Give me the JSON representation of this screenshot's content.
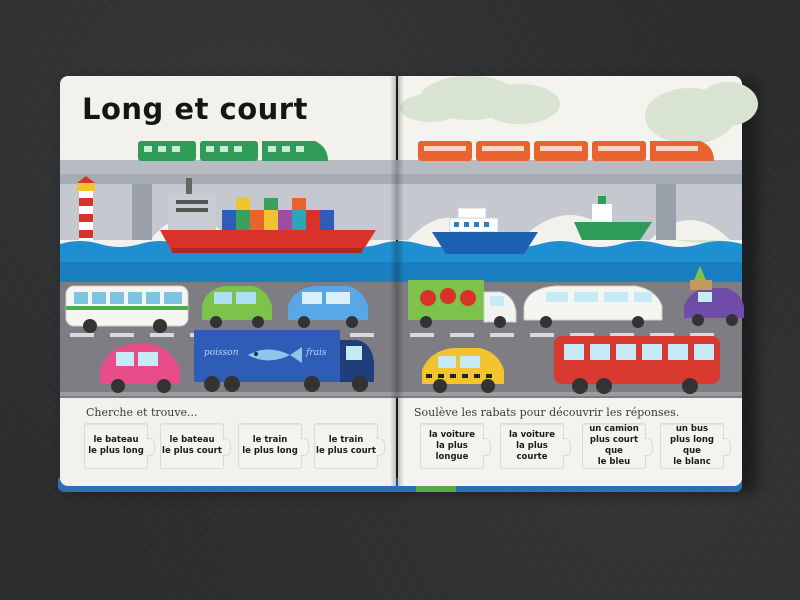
{
  "book": {
    "title": "Long et court",
    "left_prompt": "Cherche et trouve...",
    "right_prompt": "Soulève les rabats pour découvrir les réponses.",
    "left_flaps": [
      {
        "line1": "le bateau",
        "line2": "le plus long"
      },
      {
        "line1": "le bateau",
        "line2": "le plus court"
      },
      {
        "line1": "le train",
        "line2": "le plus long"
      },
      {
        "line1": "le train",
        "line2": "le plus court"
      }
    ],
    "right_flaps": [
      {
        "lines": [
          "la voiture",
          "la plus longue"
        ]
      },
      {
        "lines": [
          "la voiture",
          "la plus courte"
        ]
      },
      {
        "lines": [
          "un camion",
          "plus court que",
          "le bleu"
        ]
      },
      {
        "lines": [
          "un bus",
          "plus long que",
          "le blanc"
        ]
      }
    ],
    "truck_text": {
      "left": "poisson",
      "right": "frais"
    }
  },
  "colors": {
    "table": "#2a2c2d",
    "page": "#f2f1ec",
    "sky": "#eef1ea",
    "bridge": "#a9adb5",
    "water": "#1e8fd0",
    "road": "#7d7d83",
    "green_train": "#2e9b59",
    "orange_train": "#e8632f",
    "ship_hull": "#d9322b",
    "blue_truck": "#2f5cb6",
    "taxi": "#f2c230",
    "red_bus": "#d93a2f"
  },
  "icons": [
    "lighthouse",
    "container-ship",
    "tugboat",
    "ferry",
    "green-train",
    "orange-train",
    "white-bus",
    "green-car",
    "blue-car",
    "pink-car",
    "blue-truck",
    "strawberry-truck",
    "white-limousine",
    "purple-car",
    "taxi",
    "red-bus",
    "fish"
  ]
}
